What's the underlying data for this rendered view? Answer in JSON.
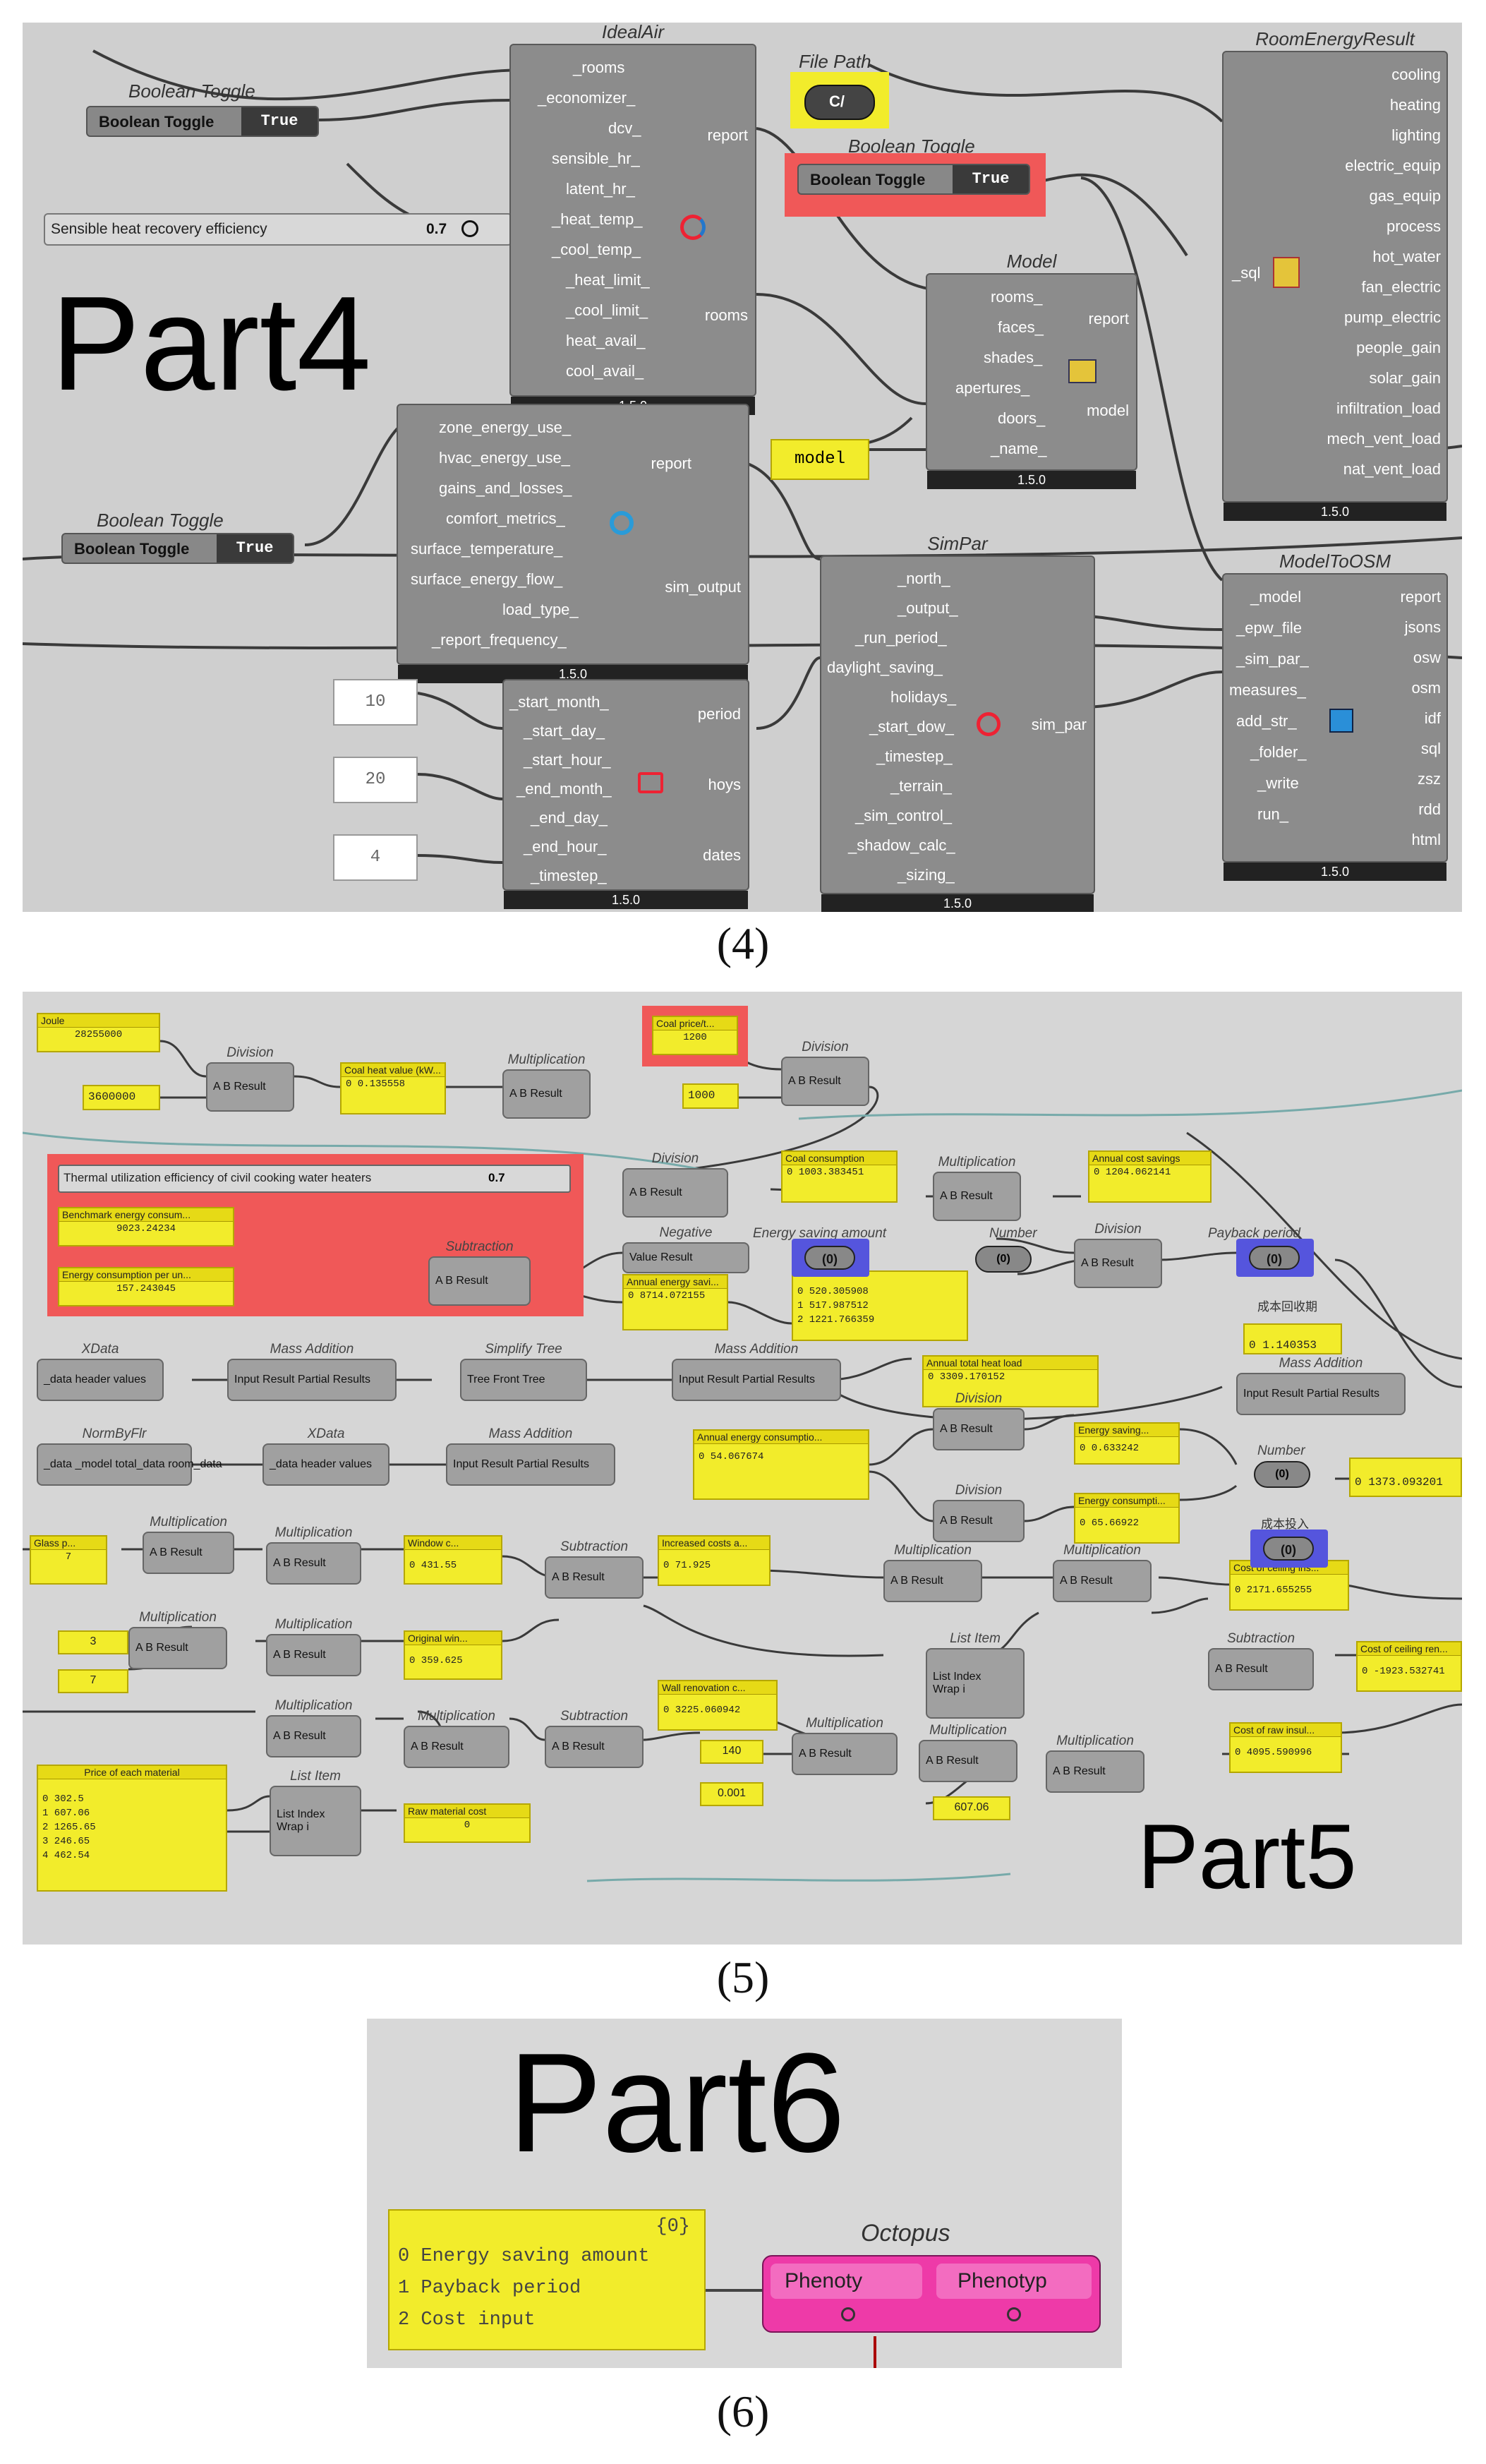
{
  "panel4": {
    "part_label": "Part4",
    "caption": "(4)",
    "toggle_label": "Boolean Toggle",
    "toggle_value": "True",
    "file_path_title": "File Path",
    "model_panel_text": "model",
    "slider": {
      "label": "Sensible heat recovery efficiency",
      "value": "0.7"
    },
    "number_boxes": [
      "10",
      "20",
      "4"
    ],
    "ideal_air": {
      "title": "IdealAir",
      "inputs": [
        "_rooms",
        "_economizer_",
        "dcv_",
        "sensible_hr_",
        "latent_hr_",
        "_heat_temp_",
        "_cool_temp_",
        "_heat_limit_",
        "_cool_limit_",
        "heat_avail_",
        "cool_avail_"
      ],
      "outputs": [
        "report",
        "rooms"
      ],
      "version": "1.5.0"
    },
    "model": {
      "title": "Model",
      "inputs": [
        "rooms_",
        "faces_",
        "shades_",
        "apertures_",
        "doors_",
        "_name_"
      ],
      "outputs": [
        "report",
        "model"
      ],
      "version": "1.5.0"
    },
    "sim_output": {
      "inputs": [
        "zone_energy_use_",
        "hvac_energy_use_",
        "gains_and_losses_",
        "comfort_metrics_",
        "surface_temperature_",
        "surface_energy_flow_",
        "load_type_",
        "_report_frequency_"
      ],
      "outputs": [
        "report",
        "sim_output"
      ],
      "version": "1.5.0"
    },
    "period": {
      "inputs": [
        "_start_month_",
        "_start_day_",
        "_start_hour_",
        "_end_month_",
        "_end_day_",
        "_end_hour_",
        "_timestep_"
      ],
      "outputs": [
        "period",
        "hoys",
        "dates"
      ],
      "version": "1.5.0"
    },
    "simpar": {
      "title": "SimPar",
      "inputs": [
        "_north_",
        "_output_",
        "_run_period_",
        "daylight_saving_",
        "holidays_",
        "_start_dow_",
        "_timestep_",
        "_terrain_",
        "_sim_control_",
        "_shadow_calc_",
        "_sizing_"
      ],
      "outputs": [
        "sim_par"
      ],
      "version": "1.5.0"
    },
    "room_energy": {
      "title": "RoomEnergyResult",
      "inputs": [
        "_sql"
      ],
      "outputs": [
        "cooling",
        "heating",
        "lighting",
        "electric_equip",
        "gas_equip",
        "process",
        "hot_water",
        "fan_electric",
        "pump_electric",
        "people_gain",
        "solar_gain",
        "infiltration_load",
        "mech_vent_load",
        "nat_vent_load"
      ],
      "version": "1.5.0"
    },
    "model_to_osm": {
      "title": "ModelToOSM",
      "inputs": [
        "_model",
        "_epw_file",
        "_sim_par_",
        "measures_",
        "add_str_",
        "_folder_",
        "_write",
        "run_"
      ],
      "outputs": [
        "report",
        "jsons",
        "osw",
        "osm",
        "idf",
        "sql",
        "zsz",
        "rdd",
        "html"
      ],
      "version": "1.5.0"
    }
  },
  "panel5": {
    "part_label": "Part5",
    "caption": "(5)",
    "notes": {
      "joule": {
        "title": "Joule",
        "value": "28255000"
      },
      "n3600000": "3600000",
      "coal_heat": {
        "title": "Coal heat value (kW...",
        "value": "0 0.135558"
      },
      "coal_price": {
        "title": "Coal price/t...",
        "value": "1200"
      },
      "n1000": "1000",
      "coal_consumption": {
        "title": "Coal consumption",
        "value": "0 1003.383451"
      },
      "annual_cost": {
        "title": "Annual cost savings",
        "value": "0 1204.062141"
      },
      "benchmark": {
        "title": "Benchmark energy consum...",
        "value": "9023.24234"
      },
      "energy_per_unit": {
        "title": "Energy consumption per un...",
        "value": "157.243045"
      },
      "annual_saving": {
        "title": "Annual energy savi...",
        "value": "0 8714.072155"
      },
      "triple": [
        "0 520.305908",
        "1 517.987512",
        "2 1221.766359"
      ],
      "payback_box": "0 1.140353",
      "annual_heat": {
        "title": "Annual total heat load",
        "value": "0 3309.170152"
      },
      "annual_consumption": {
        "title": "Annual energy consumptio...",
        "value": "0 54.067674"
      },
      "energy_saving_small": {
        "title": "Energy saving...",
        "value": "0 0.633242"
      },
      "energy_consumption_small": {
        "title": "Energy consumpti...",
        "value": "0 65.66922"
      },
      "number_right": "0 1373.093201",
      "glass": "Glass p...",
      "n7a": "7",
      "n3": "3",
      "n7b": "7",
      "window_c": {
        "title": "Window c...",
        "value": "0 431.55"
      },
      "increased": {
        "title": "Increased costs a...",
        "value": "0 71.925"
      },
      "original_win": {
        "title": "Original win...",
        "value": "0 359.625"
      },
      "ceiling_ins": {
        "title": "Cost of ceiling ins...",
        "value": "0 2171.655255"
      },
      "ceiling_ren": {
        "title": "Cost of ceiling ren...",
        "value": "0 -1923.532741"
      },
      "wall_renovation": {
        "title": "Wall renovation c...",
        "value": "0 3225.060942"
      },
      "n140": "140",
      "n0001": "0.001",
      "n60706": "607.06",
      "raw_material": {
        "title": "Raw material cost",
        "value": "0"
      },
      "raw_insul": {
        "title": "Cost of raw insul...",
        "value": "0 4095.590996"
      },
      "price_material": {
        "title": "Price of each material",
        "values": [
          "0 302.5",
          "1 607.06",
          "2 1265.65",
          "3 246.65",
          "4 462.54"
        ]
      }
    },
    "thermal_slider": {
      "label": "Thermal utilization efficiency of civil cooking water heaters",
      "value": "0.7"
    },
    "node_titles": {
      "division": "Division",
      "multiplication": "Multiplication",
      "subtraction": "Subtraction",
      "negative": "Negative",
      "number": "Number",
      "energy_saving_amount": "Energy saving amount",
      "payback_period": "Payback period",
      "chinese_payback": "成本回收期",
      "chinese_cost": "成本投入",
      "mass_addition": "Mass Addition",
      "simplify_tree": "Simplify Tree",
      "xdata": "XData",
      "normbyflr": "NormByFlr",
      "list_item": "List Item"
    },
    "labels": {
      "ab_result": "A  B  Result",
      "value_result": "Value  Result",
      "data_header": "_data  header  values",
      "input_result": "Input  Result  Partial Results",
      "tree": "Tree  Front  Tree",
      "normbyflr_io": "_data _model  total_data room_data",
      "list_io": "List  Index  Wrap  i"
    }
  },
  "panel6": {
    "part_label": "Part6",
    "caption": "(6)",
    "panel_header": "{0}",
    "items": [
      "0 Energy saving amount",
      "1 Payback period",
      "2 Cost input"
    ],
    "octopus": {
      "title": "Octopus",
      "left": "Phenoty",
      "right": "Phenotyp"
    }
  }
}
